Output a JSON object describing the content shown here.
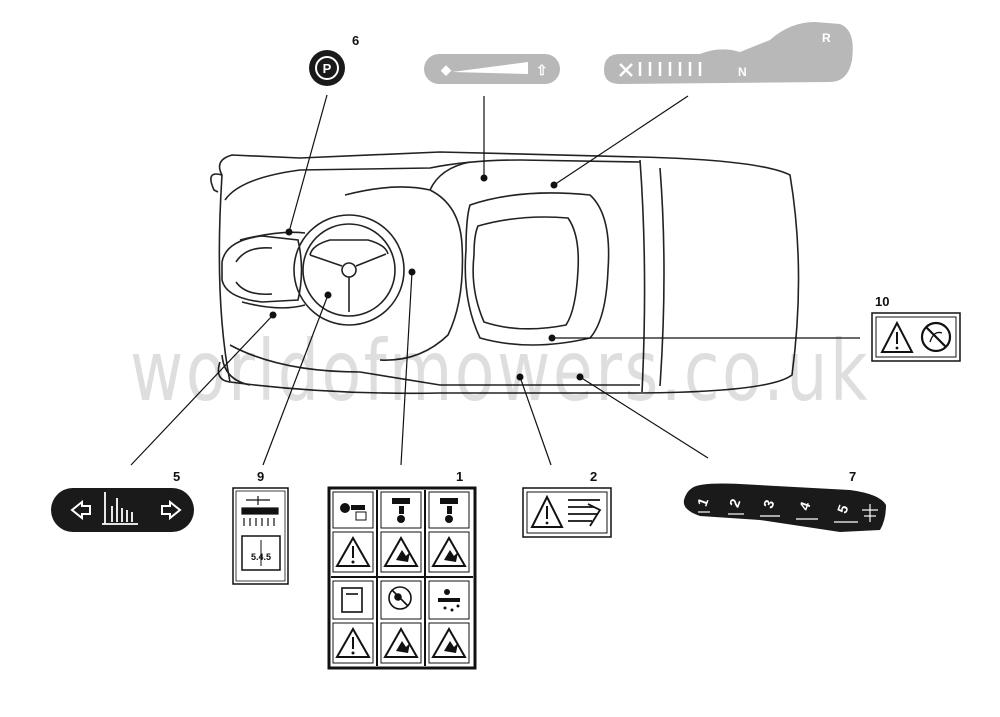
{
  "watermark": "worldofmowers.co.uk",
  "callouts": {
    "c1": "1",
    "c2": "2",
    "c5": "5",
    "c6": "6",
    "c7": "7",
    "c9": "9",
    "c10": "10"
  },
  "decals": {
    "parking_brake_symbol": "P",
    "range_lever_labels": [
      "N",
      "R"
    ],
    "speed_gear_labels": [
      "1",
      "2",
      "3",
      "4",
      "5"
    ],
    "manual_reference": "5.4.5"
  },
  "colors": {
    "line": "#111111",
    "decal_dark": "#1a1a1a",
    "decal_faded": "#b8b8b8",
    "watermark": "#000000"
  },
  "icons": [
    "parking-brake-icon",
    "warning-triangle-icon",
    "read-manual-icon",
    "no-passengers-icon",
    "hand-hazard-icon",
    "cutting-height-icon",
    "arrow-left-icon",
    "arrow-right-icon"
  ]
}
